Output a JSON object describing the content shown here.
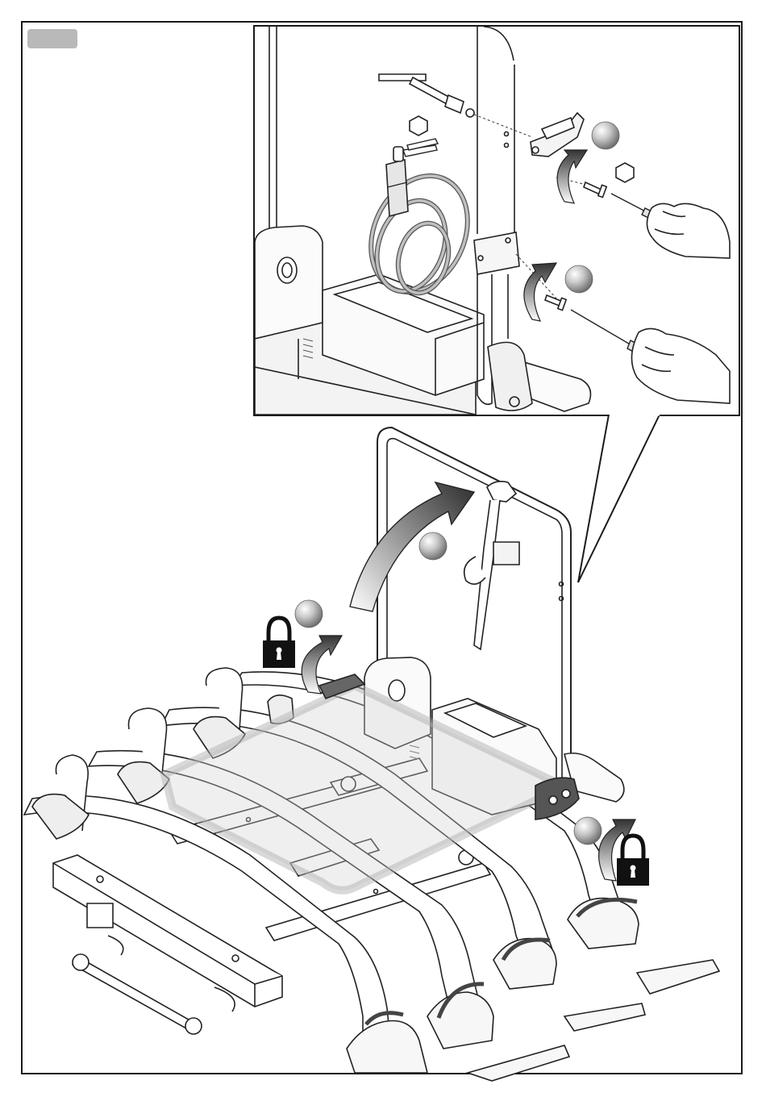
{
  "diagram": {
    "step_badge": "",
    "inset": {
      "tools": [
        "socket-wrench-icon",
        "hex-size-icon",
        "cable-lock-with-key-icon",
        "screwdriver-icon"
      ],
      "parts": [
        "strap-ratchet-clamp",
        "long-screw",
        "frame-clip",
        "short-screw"
      ]
    },
    "main": {
      "carrier": "four-bike-tow-bar-carrier",
      "actions": [
        "fold-up-frame-arrow",
        "lock-left-icon",
        "lock-right-icon"
      ]
    }
  }
}
